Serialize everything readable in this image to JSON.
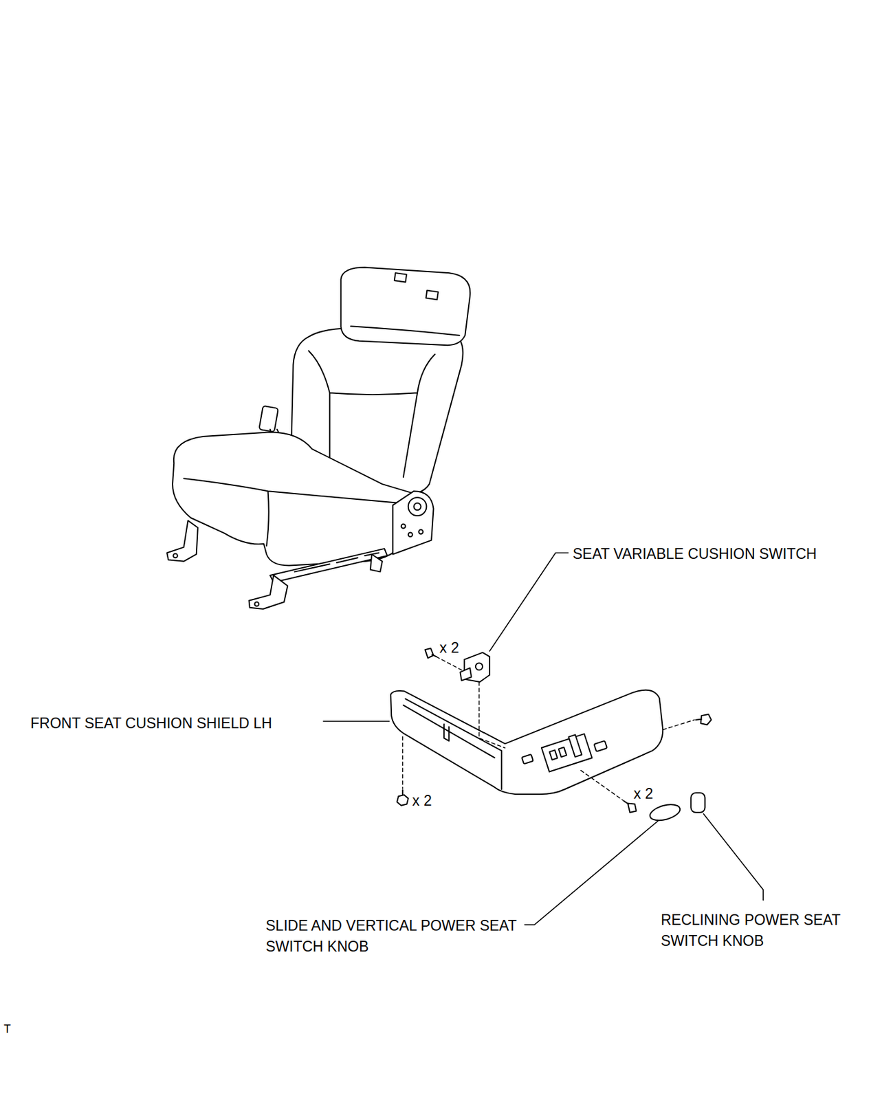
{
  "diagram": {
    "labels": [
      "SEAT VARIABLE CUSHION SWITCH",
      "x 2",
      "FRONT SEAT CUSHION SHIELD LH",
      "x 2",
      "x 2",
      "RECLINING POWER SEAT SWITCH KNOB",
      "SLIDE AND VERTICAL POWER SEAT SWITCH KNOB",
      "T"
    ]
  }
}
